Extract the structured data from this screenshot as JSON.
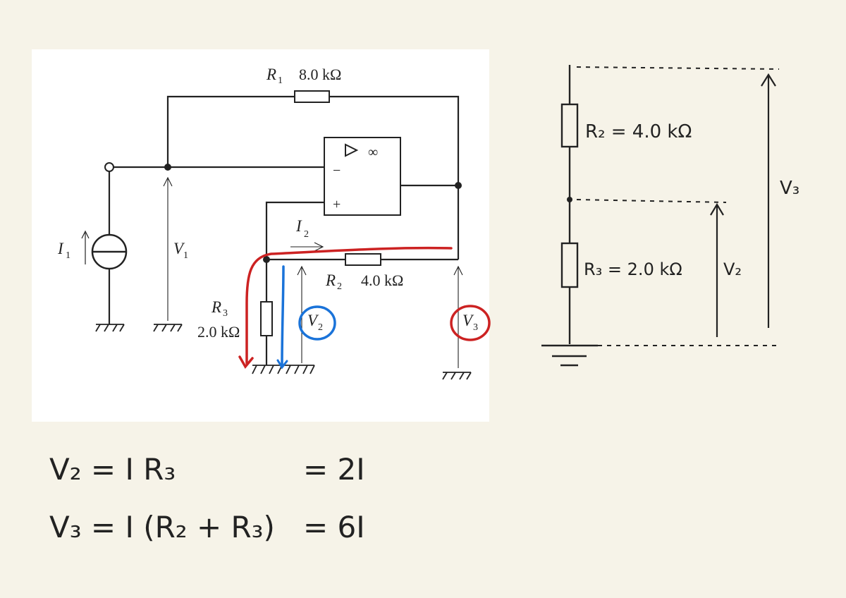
{
  "colors": {
    "background": "#f6f3e8",
    "panel": "#ffffff",
    "wire": "#222222",
    "red_annotation": "#cc2222",
    "blue_annotation": "#1a73d9"
  },
  "circuit": {
    "r1_label": "R",
    "r1_sub": "1",
    "r1_value": "8.0 kΩ",
    "r2_label": "R",
    "r2_sub": "2",
    "r2_value": "4.0 kΩ",
    "r3_label": "R",
    "r3_sub": "3",
    "r3_value": "2.0 kΩ",
    "opamp_gain": "∞",
    "opamp_minus": "−",
    "opamp_plus": "+",
    "i1_label": "I",
    "i1_sub": "1",
    "i2_label": "I",
    "i2_sub": "2",
    "v1_label": "V",
    "v1_sub": "1",
    "v2_label": "V",
    "v2_sub": "2",
    "v3_label": "V",
    "v3_sub": "3"
  },
  "side_diagram": {
    "r2_text": "R₂ = 4.0 kΩ",
    "r3_text": "R₃ = 2.0 kΩ",
    "v2_text": "V₂",
    "v3_text": "V₃"
  },
  "equations": {
    "line1_left": "V₂ = I R₃",
    "line1_right": "= 2I",
    "line2_left": "V₃ = I (R₂ + R₃)",
    "line2_right": "= 6I"
  }
}
